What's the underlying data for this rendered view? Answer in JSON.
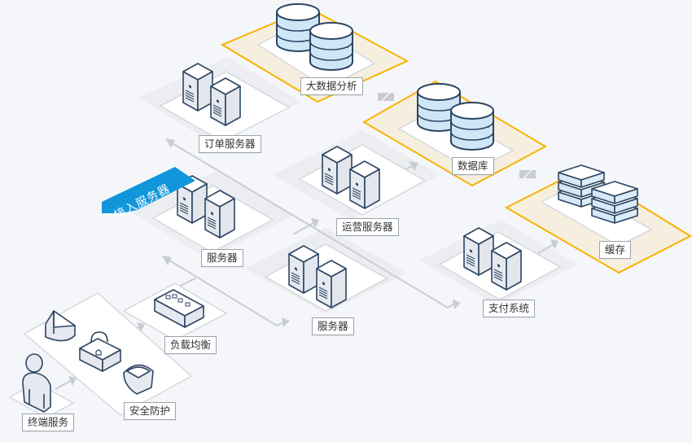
{
  "diagram": {
    "type": "isometric-architecture",
    "colors": {
      "background": "#f4f6fa",
      "highlight_zone": "#f9b200",
      "highlight_fill": "#f6efdf",
      "access_tag": "#1296db",
      "connector": "#c9ccd1",
      "outline": "#2d4663",
      "device_face": "#e6e9ef",
      "db_fill": "#cfe6f7"
    },
    "access_tag": "接入服务器",
    "nodes": [
      {
        "id": "terminal",
        "label": "终端服务",
        "icon": "user-icon"
      },
      {
        "id": "security",
        "label": "安全防护",
        "icon": "shield-lock-firewall-icon"
      },
      {
        "id": "load-balance",
        "label": "负载均衡",
        "icon": "load-balancer-icon"
      },
      {
        "id": "access-server",
        "label": "服务器",
        "icon": "server-icon"
      },
      {
        "id": "order-server",
        "label": "订单服务器",
        "icon": "server-icon"
      },
      {
        "id": "ops-server",
        "label": "运营服务器",
        "icon": "server-icon"
      },
      {
        "id": "app-server",
        "label": "服务器",
        "icon": "server-icon"
      },
      {
        "id": "payment",
        "label": "支付系统",
        "icon": "server-icon"
      },
      {
        "id": "bigdata",
        "label": "大数据分析",
        "icon": "database-icon"
      },
      {
        "id": "database",
        "label": "数据库",
        "icon": "database-icon"
      },
      {
        "id": "cache",
        "label": "缓存",
        "icon": "cache-stack-icon"
      }
    ],
    "sync_icons": [
      "sync-icon",
      "sync-icon"
    ]
  }
}
